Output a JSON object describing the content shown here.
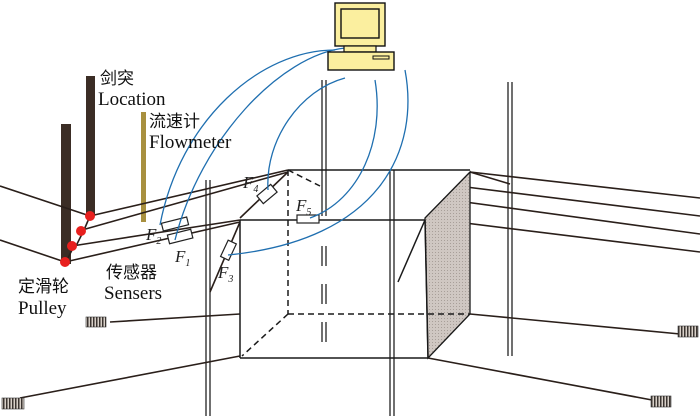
{
  "labels": {
    "location_cn": "剑突",
    "location_en": "Location",
    "flowmeter_cn": "流速计",
    "flowmeter_en": "Flowmeter",
    "pulley_cn": "定滑轮",
    "pulley_en": "Pulley",
    "sensors_cn": "传感器",
    "sensors_en": "Sensers"
  },
  "forces": [
    {
      "letter": "F",
      "sub": "1"
    },
    {
      "letter": "F",
      "sub": "2"
    },
    {
      "letter": "F",
      "sub": "3"
    },
    {
      "letter": "F",
      "sub": "4"
    },
    {
      "letter": "F",
      "sub": "5"
    }
  ],
  "colors": {
    "computer": "#fbef9f",
    "wire": "#1f6fb0",
    "pulley": "#e8201e",
    "location_bar": "#3b2d25",
    "flowmeter_bar": "#a8903f",
    "shaded_face": "#c9c1bc"
  },
  "icons": {
    "computer": "computer-icon",
    "anchor": "anchor-block-icon",
    "pulley": "pulley-icon"
  }
}
